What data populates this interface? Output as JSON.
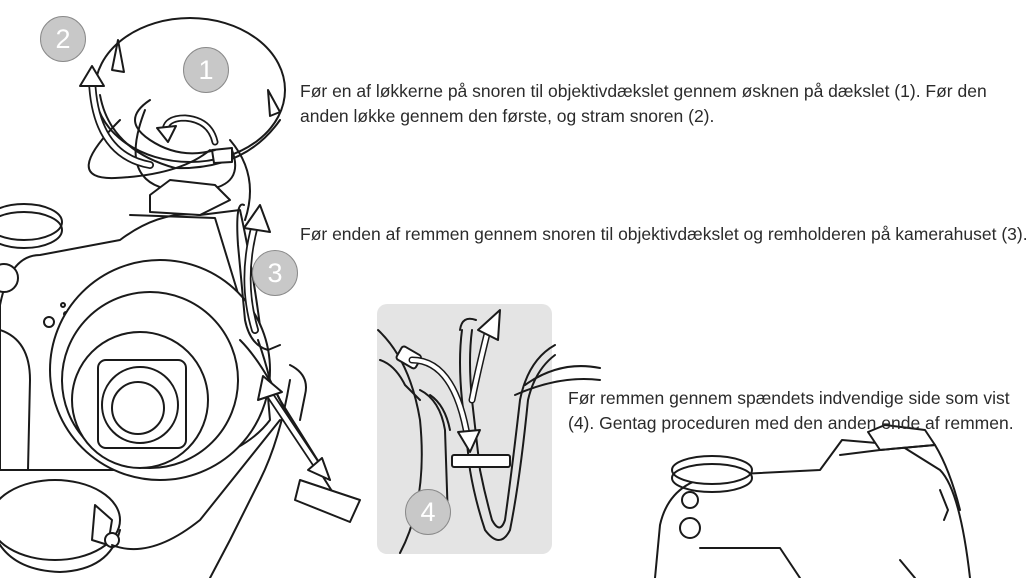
{
  "steps": [
    {
      "number": "1",
      "text": "Før en af løkkerne på snoren til objektivdækslet gennem øsknen på dækslet (1). Før den anden løkke gennem den første, og stram snoren (2)."
    },
    {
      "number": "2"
    },
    {
      "number": "3",
      "text": "Før enden af remmen gennem snoren til objektivdækslet og remholderen på kamerahuset (3)."
    },
    {
      "number": "4",
      "text": "Før remmen gennem spændets indvendige side som vist (4). Gentag proceduren med den anden ende af remmen."
    }
  ]
}
